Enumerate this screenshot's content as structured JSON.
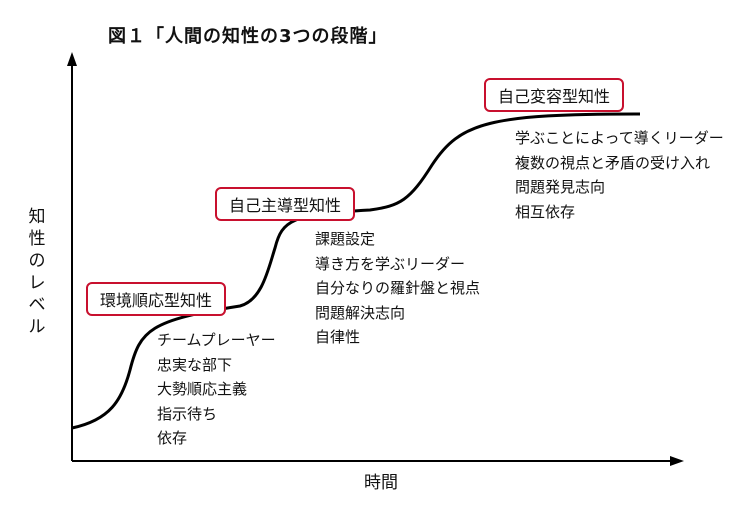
{
  "title": "図１「人間の知性の3つの段階」",
  "axis": {
    "y_label": "知性のレベル",
    "x_label": "時間"
  },
  "stages": [
    {
      "label": "環境順応型知性",
      "traits": [
        "チームプレーヤー",
        "忠実な部下",
        "大勢順応主義",
        "指示待ち",
        "依存"
      ]
    },
    {
      "label": "自己主導型知性",
      "traits": [
        "課題設定",
        "導き方を学ぶリーダー",
        "自分なりの羅針盤と視点",
        "問題解決志向",
        "自律性"
      ]
    },
    {
      "label": "自己変容型知性",
      "traits": [
        "学ぶことによって導くリーダー",
        "複数の視点と矛盾の受け入れ",
        "問題発見志向",
        "相互依存"
      ]
    }
  ],
  "colors": {
    "box_border": "#c8102e",
    "line": "#000000"
  }
}
